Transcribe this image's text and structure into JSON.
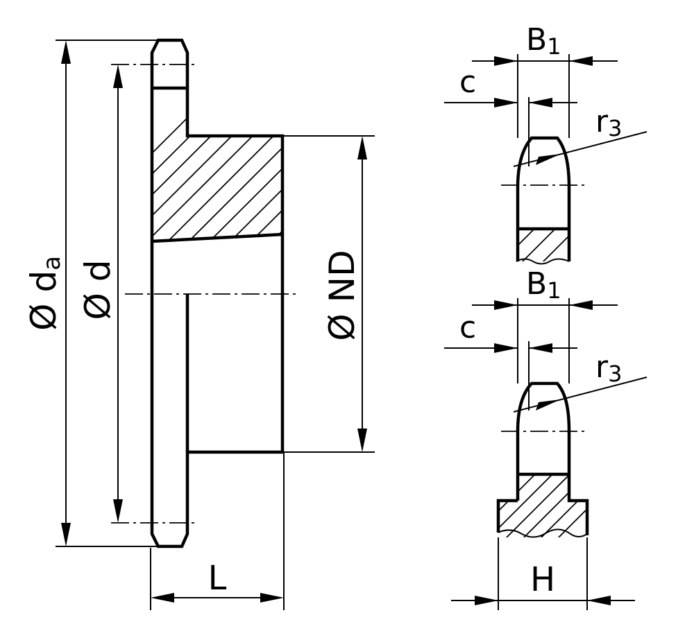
{
  "labels": {
    "dia_da": "Ø d",
    "dia_da_sub": "a",
    "dia_d": "Ø d",
    "dia_nd": "Ø ND",
    "length": "L",
    "width_b1": "B",
    "width_b1_sub": "1",
    "chamfer_c": "c",
    "radius_r3": "r",
    "radius_r3_sub": "3",
    "hub_h": "H"
  },
  "colors": {
    "line": "#000000",
    "background": "#ffffff"
  }
}
